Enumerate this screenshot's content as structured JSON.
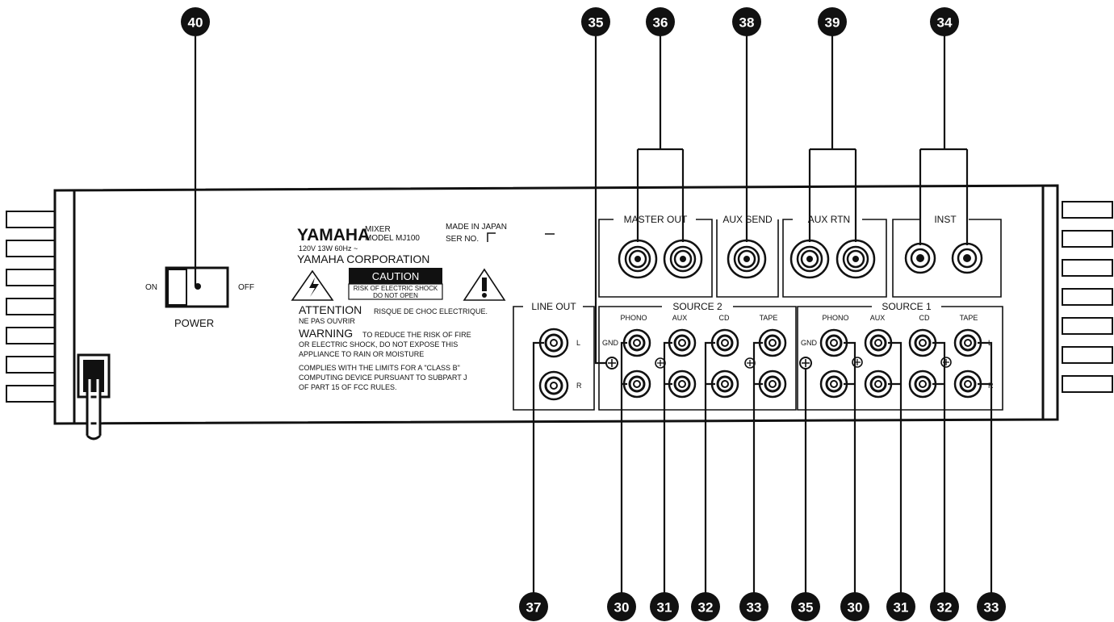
{
  "brand": "YAMAHA",
  "label": {
    "mixer": "MIXER",
    "model": "MODEL MJ100",
    "rating": "120V  13W  60Hz ~",
    "corporation": "YAMAHA CORPORATION",
    "made_in": "MADE IN JAPAN",
    "ser_no": "SER NO.",
    "caution": "CAUTION",
    "risk_line1": "RISK OF ELECTRIC SHOCK",
    "risk_line2": "DO NOT OPEN",
    "attention_word": "ATTENTION",
    "attention_rest": "RISQUE DE CHOC ELECTRIQUE.",
    "attention_line2": "NE PAS OUVRIR",
    "warning_word": "WARNING",
    "warning_rest": "TO REDUCE THE RISK OF FIRE",
    "warning_line2": "OR ELECTRIC SHOCK, DO NOT EXPOSE THIS",
    "warning_line3": "APPLIANCE TO RAIN OR MOISTURE",
    "fcc_line1": "COMPLIES WITH THE LIMITS FOR A \"CLASS B\"",
    "fcc_line2": "COMPUTING DEVICE PURSUANT TO SUBPART J",
    "fcc_line3": "OF PART 15 OF FCC RULES."
  },
  "power": {
    "on": "ON",
    "off": "OFF",
    "title": "POWER"
  },
  "sections": {
    "master_out": "MASTER OUT",
    "aux_send": "AUX SEND",
    "aux_rtn": "AUX RTN",
    "inst": "INST",
    "line_out": "LINE OUT",
    "source2": "SOURCE 2",
    "source1": "SOURCE 1"
  },
  "jack_labels": {
    "phono": "PHONO",
    "aux": "AUX",
    "cd": "CD",
    "tape": "TAPE",
    "gnd": "GND",
    "l": "L",
    "r": "R"
  },
  "callouts": {
    "c40": "40",
    "c35_top": "35",
    "c36": "36",
    "c38": "38",
    "c39": "39",
    "c34": "34",
    "c37": "37",
    "c30_a": "30",
    "c31_a": "31",
    "c32_a": "32",
    "c33_a": "33",
    "c35_b": "35",
    "c30_b": "30",
    "c31_b": "31",
    "c32_b": "32",
    "c33_b": "33"
  }
}
